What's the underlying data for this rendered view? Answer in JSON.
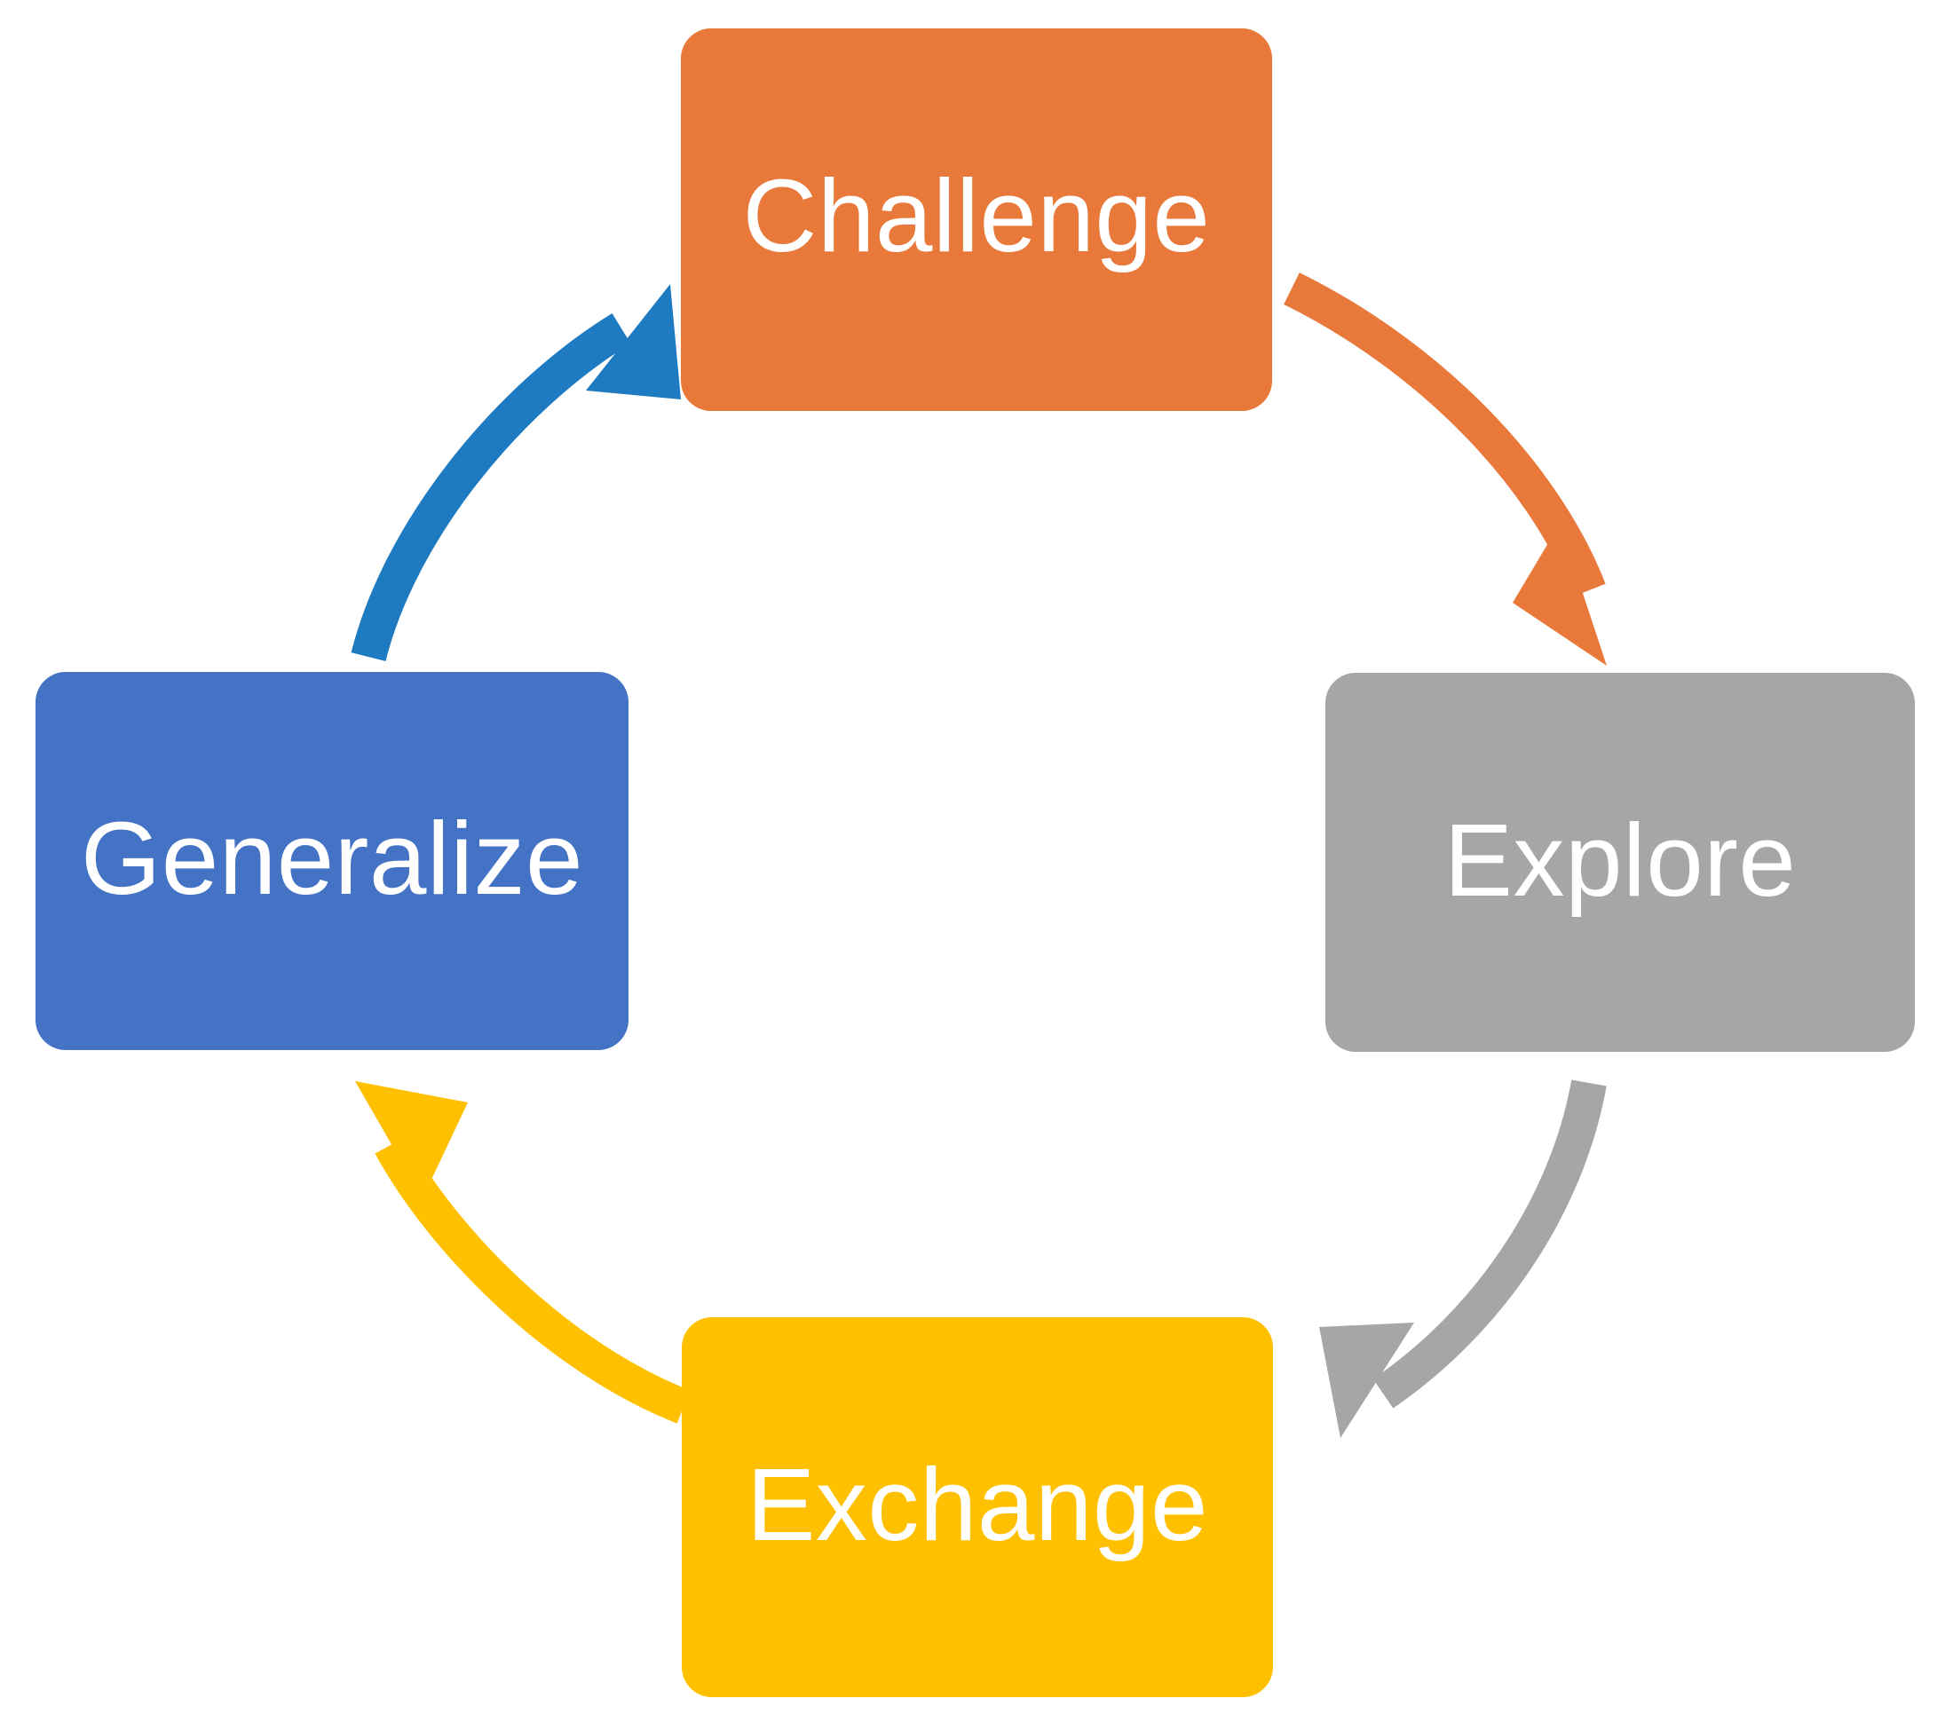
{
  "diagram": {
    "type": "cycle",
    "direction": "clockwise",
    "background_color": "#FFFFFF",
    "nodes": [
      {
        "id": "challenge",
        "label": "Challenge",
        "color": "#E8793A",
        "text_color": "#FFFFFF",
        "position": "top"
      },
      {
        "id": "explore",
        "label": "Explore",
        "color": "#A6A6A6",
        "text_color": "#FFFFFF",
        "position": "right"
      },
      {
        "id": "exchange",
        "label": "Exchange",
        "color": "#FFC000",
        "text_color": "#FFFFFF",
        "position": "bottom"
      },
      {
        "id": "generalize",
        "label": "Generalize",
        "color": "#4472C4",
        "text_color": "#FFFFFF",
        "position": "left"
      }
    ],
    "arrows": [
      {
        "id": "challenge-to-explore",
        "from": "challenge",
        "to": "explore",
        "color": "#E8793A"
      },
      {
        "id": "explore-to-exchange",
        "from": "explore",
        "to": "exchange",
        "color": "#A6A6A6"
      },
      {
        "id": "exchange-to-generalize",
        "from": "exchange",
        "to": "generalize",
        "color": "#FFC000"
      },
      {
        "id": "generalize-to-challenge",
        "from": "generalize",
        "to": "challenge",
        "color": "#1F7BC1"
      }
    ]
  }
}
